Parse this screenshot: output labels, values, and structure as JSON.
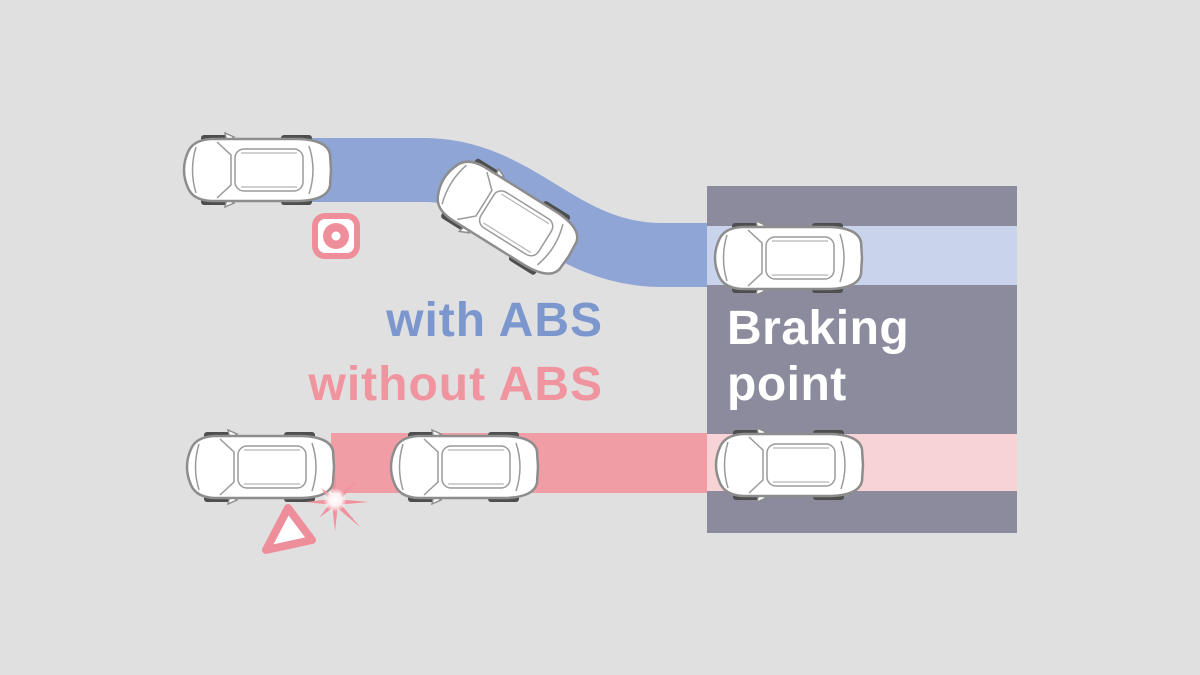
{
  "diagram": {
    "with_abs_label": "with ABS",
    "without_abs_label": "without ABS",
    "braking_point_line1": "Braking",
    "braking_point_line2": "point"
  },
  "colors": {
    "background": "#e0e0e0",
    "abs_path_blue": "#8ea5d6",
    "abs_lane_light_blue": "#c9d4ec",
    "skid_path_pink": "#f19da6",
    "skid_lane_light_pink": "#f8d3d6",
    "braking_point_box": "#8b8b9d",
    "with_abs_text": "#7c97ce",
    "without_abs_text": "#f0949f",
    "braking_point_text": "#ffffff",
    "warning_pink": "#ee8e9a",
    "collision_star_pink": "#f0919d",
    "car_body": "#ffffff",
    "car_outline": "#8d8d8d",
    "car_wheel": "#4e4e4e"
  },
  "icons": {
    "abs_indicator": "abs-brake-indicator",
    "collision": "collision-star",
    "warning": "warning-triangle"
  }
}
